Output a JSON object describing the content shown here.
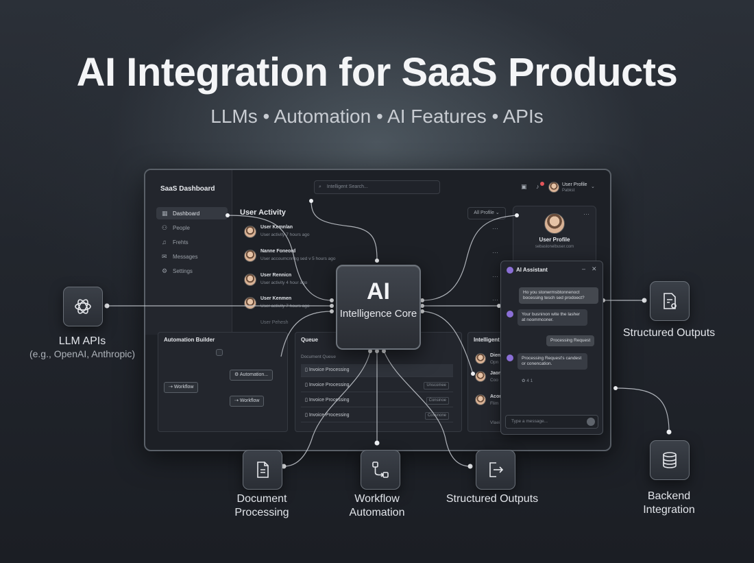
{
  "header": {
    "title": "AI Integration for SaaS Products",
    "subtitle_items": [
      "LLMs",
      "Automation",
      "AI Features",
      "APIs"
    ],
    "separator": "•"
  },
  "dashboard": {
    "title": "SaaS Dashboard",
    "search_placeholder": "Intelligent Search...",
    "user_name": "User Profile",
    "user_sub": "Pabkst",
    "nav": [
      {
        "label": "Dashboard",
        "icon": "grid-icon"
      },
      {
        "label": "People",
        "icon": "people-icon"
      },
      {
        "label": "Frehts",
        "icon": "bell-icon"
      },
      {
        "label": "Messages",
        "icon": "mail-icon"
      },
      {
        "label": "Settings",
        "icon": "gear-icon"
      }
    ],
    "activity": {
      "title": "User Activity",
      "filter": "All Profile",
      "items": [
        {
          "name": "User Kemnlan",
          "sub": "User activity 7 hours ago"
        },
        {
          "name": "Nanne Foneord",
          "sub": "User accoumcnring sed v 5 hours ago"
        },
        {
          "name": "User Rennicn",
          "sub": "User activity 4 hour ago"
        },
        {
          "name": "User Kenmen",
          "sub": "User activity 7 hours ago"
        },
        {
          "name": "User Pehesh",
          "sub": ""
        }
      ]
    },
    "profile_card": {
      "name": "User Profile",
      "sub": "sebaslonelbuser.com"
    },
    "automation": {
      "title": "Automation Builder",
      "node_workflow": "Workflow",
      "node_automation": "Automation...",
      "node_workflow2": "Workflow"
    },
    "queue": {
      "title": "Queue",
      "subtitle": "Document Queue",
      "rows": [
        {
          "label": "Invoice Processing",
          "status": ""
        },
        {
          "label": "Invoice Processing",
          "status": "Unscomee"
        },
        {
          "label": "Invoice Processing",
          "status": "Consinoe"
        },
        {
          "label": "Invoice Processing",
          "status": "Cossnone"
        }
      ]
    },
    "insights": {
      "title": "Intelligent",
      "items": [
        {
          "name": "Dienn",
          "sub": "Opn"
        },
        {
          "name": "Jaon",
          "sub": "Coo"
        },
        {
          "name": "Acon",
          "sub": "Flim"
        }
      ],
      "footer": "Vlaei"
    }
  },
  "assistant": {
    "title": "AI Assistant",
    "messages": [
      {
        "from": "user",
        "text": "Ho you stonwrmsbtonnenoct bocessing tesch sed prodoect?"
      },
      {
        "from": "bot",
        "text": "Your busninon wite the lasher at noommconer."
      },
      {
        "from": "user",
        "text": "Processing Request"
      },
      {
        "from": "bot",
        "text": "Processing Request's candest or conencation."
      }
    ],
    "reaction": "4 1",
    "input_placeholder": "Type a message..."
  },
  "core": {
    "title": "AI",
    "subtitle": "Intelligence Core"
  },
  "nodes": {
    "llm": {
      "label": "LLM APIs",
      "sub": "(e.g., OpenAI, Anthropic)",
      "icon": "openai-icon"
    },
    "structured_right": {
      "label": "Structured Outputs",
      "icon": "document-gear-icon"
    },
    "backend": {
      "label": "Backend Integration",
      "icon": "database-icon"
    },
    "document": {
      "label": "Document Processing",
      "icon": "document-icon"
    },
    "workflow": {
      "label": "Workflow Automation",
      "icon": "workflow-icon"
    },
    "structured_bottom": {
      "label": "Structured Outputs",
      "icon": "export-icon"
    }
  },
  "colors": {
    "accent_purple": "#8b6fd6",
    "alert_red": "#e2555a",
    "background": "#22262d"
  }
}
